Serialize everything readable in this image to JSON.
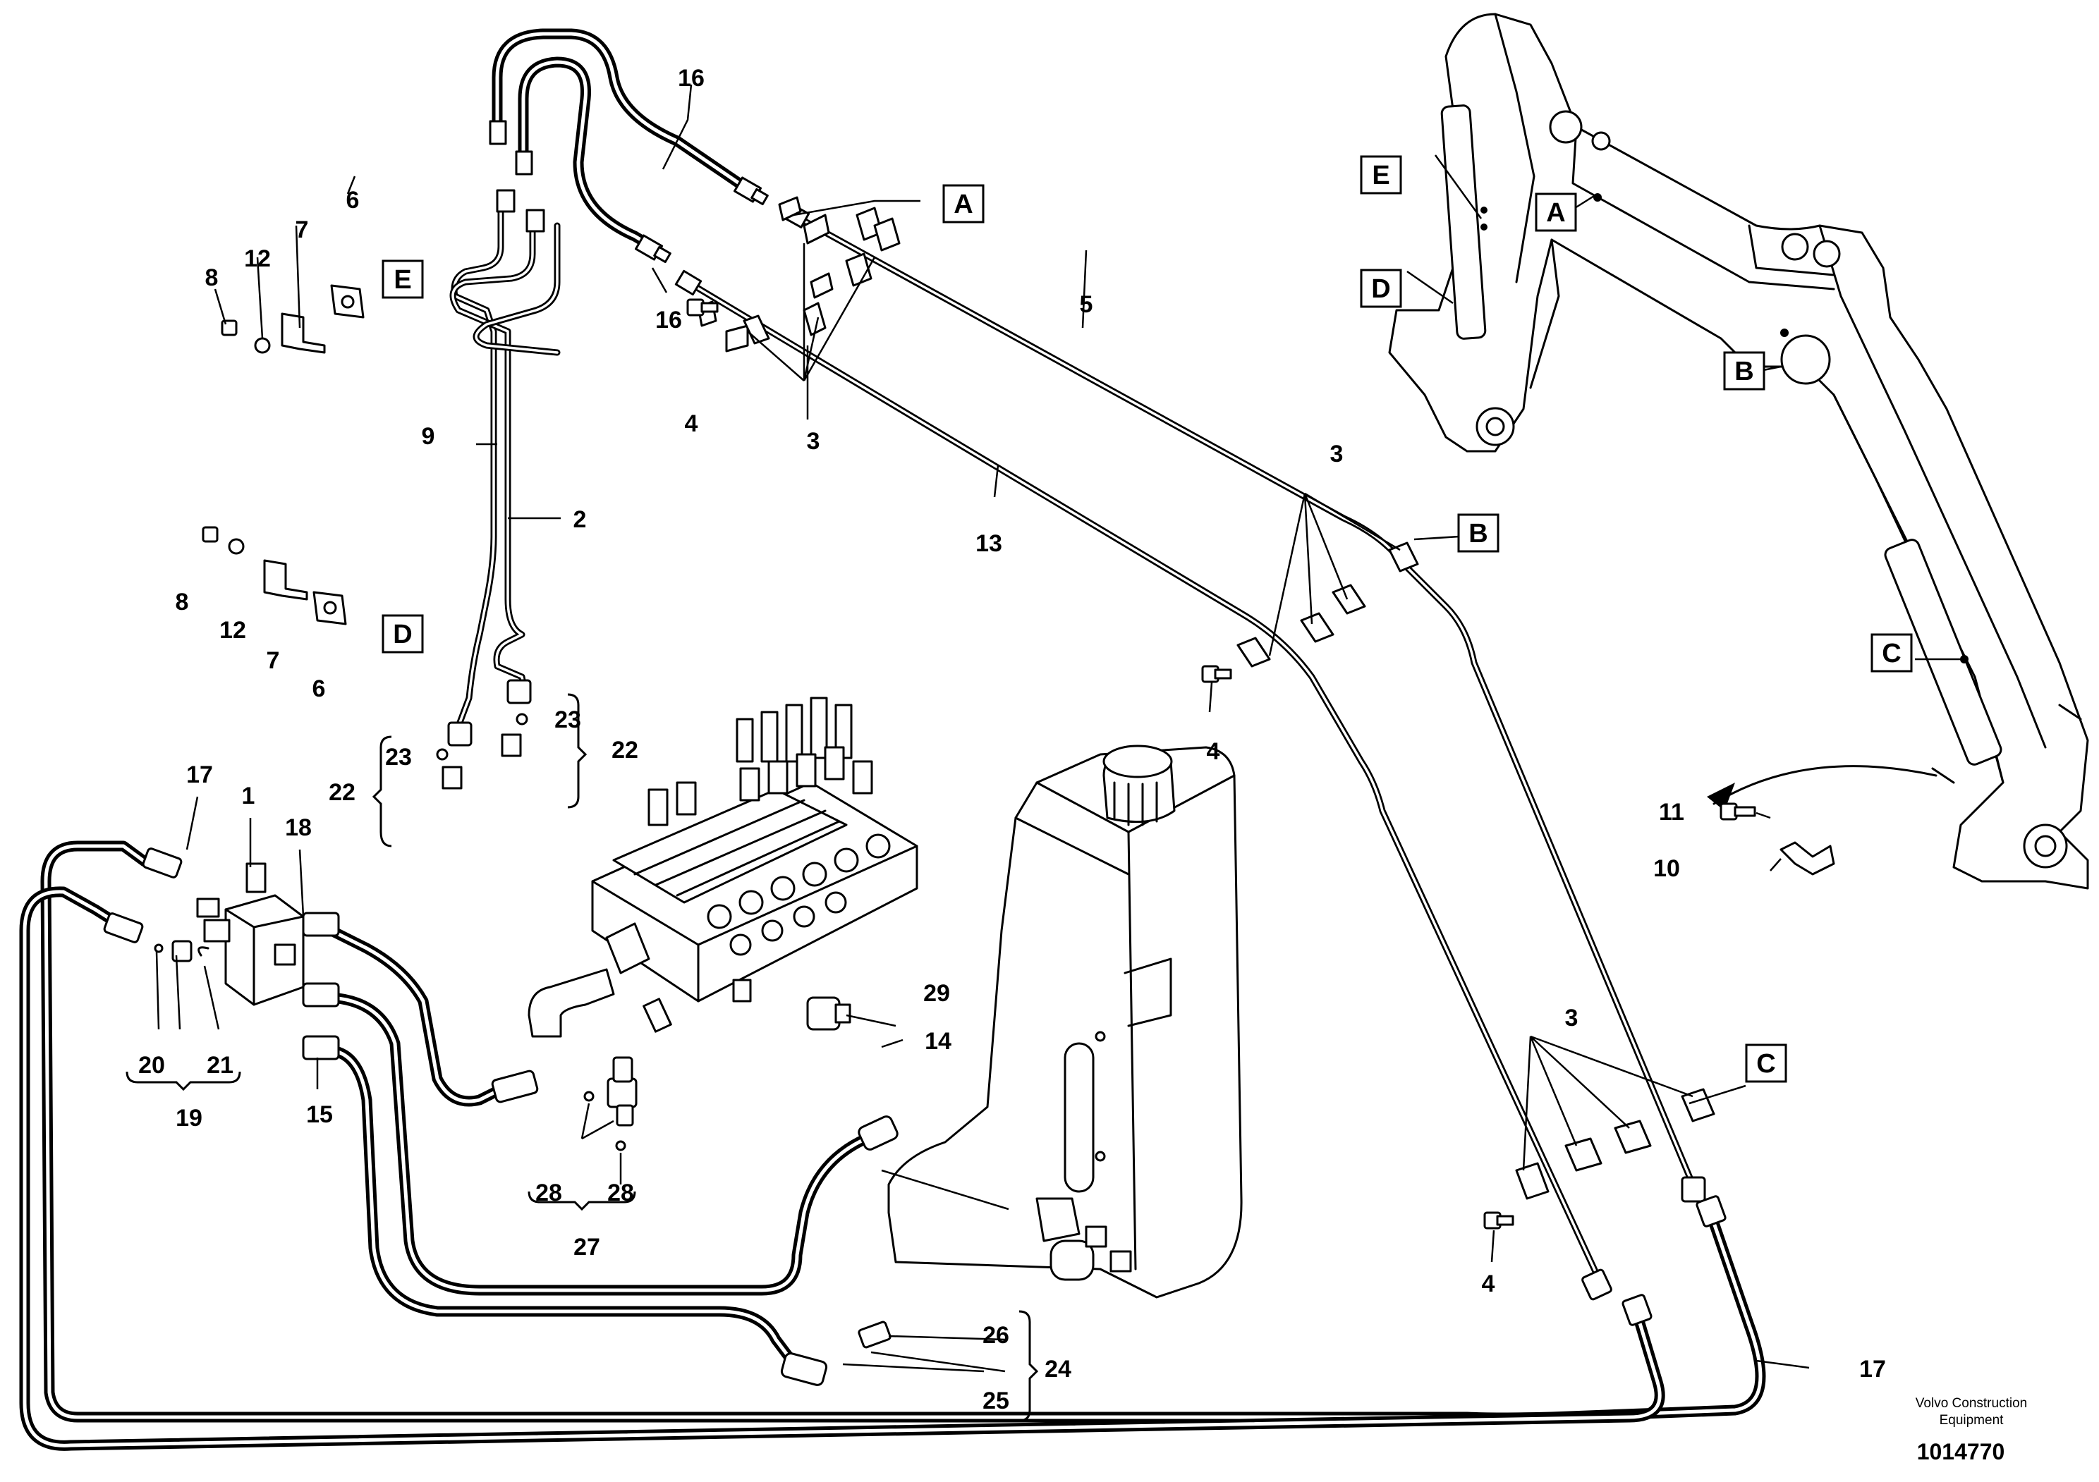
{
  "labels": {
    "n1": "1",
    "n2": "2",
    "n3a": "3",
    "n3b": "3",
    "n3c": "3",
    "n4a": "4",
    "n4b": "4",
    "n4c": "4",
    "n5": "5",
    "n6a": "6",
    "n6b": "6",
    "n7a": "7",
    "n7b": "7",
    "n8a": "8",
    "n8b": "8",
    "n9": "9",
    "n10": "10",
    "n11": "11",
    "n12a": "12",
    "n12b": "12",
    "n13": "13",
    "n14": "14",
    "n15": "15",
    "n16a": "16",
    "n16b": "16",
    "n17a": "17",
    "n17b": "17",
    "n18": "18",
    "n19": "19",
    "n20": "20",
    "n21": "21",
    "n22a": "22",
    "n22b": "22",
    "n23a": "23",
    "n23b": "23",
    "n24": "24",
    "n25": "25",
    "n26": "26",
    "n27": "27",
    "n28a": "28",
    "n28b": "28",
    "n29": "29"
  },
  "ref_boxes": {
    "A1": "A",
    "A2": "A",
    "B1": "B",
    "B2": "B",
    "C1": "C",
    "C2": "C",
    "D1": "D",
    "D2": "D",
    "E1": "E",
    "E2": "E"
  },
  "footer": {
    "company_line1": "Volvo Construction",
    "company_line2": "Equipment",
    "doc_number": "1014770"
  }
}
